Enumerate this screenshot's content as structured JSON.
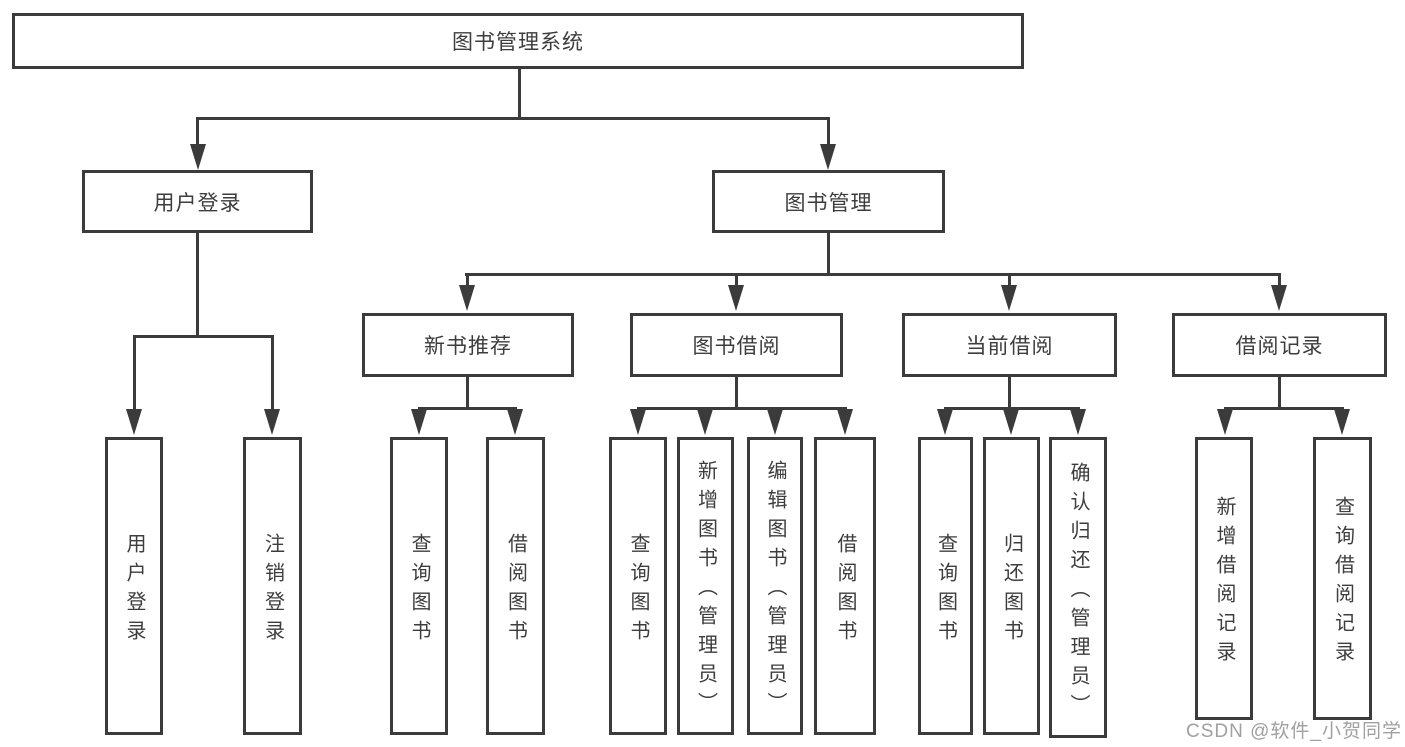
{
  "nodes": {
    "root": "图书管理系统",
    "user_login": "用户登录",
    "book_mgmt": "图书管理",
    "new_book": "新书推荐",
    "book_borrow": "图书借阅",
    "current_borrow": "当前借阅",
    "borrow_record": "借阅记录"
  },
  "leaves": [
    {
      "label": "用户登录"
    },
    {
      "label": "注销登录"
    },
    {
      "label": "查询图书"
    },
    {
      "label": "借阅图书"
    },
    {
      "label": "查询图书"
    },
    {
      "label": "新增图书（管理员）"
    },
    {
      "label": "编辑图书（管理员）"
    },
    {
      "label": "借阅图书"
    },
    {
      "label": "查询图书"
    },
    {
      "label": "归还图书"
    },
    {
      "label": "确认归还（管理员）"
    },
    {
      "label": "新增借阅记录"
    },
    {
      "label": "查询借阅记录"
    }
  ],
  "watermark": "CSDN @软件_小贺同学",
  "colors": {
    "line": "#3b3b3b",
    "text": "#3d3d3d",
    "watermark": "#a0a0a0",
    "bg": "#ffffff"
  }
}
